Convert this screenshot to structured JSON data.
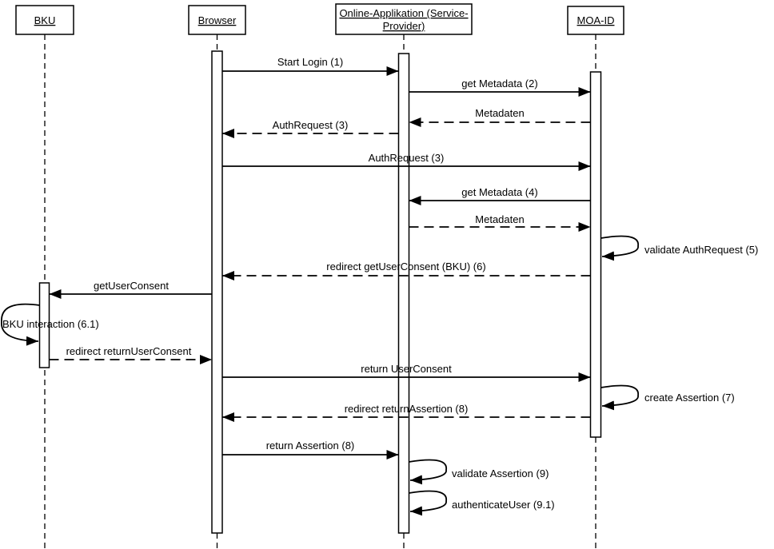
{
  "diagram": {
    "kind": "uml-sequence-diagram",
    "colors": {
      "line": "#000000",
      "background": "#ffffff",
      "box_fill": "#ffffff"
    }
  },
  "actors": [
    {
      "id": "bku",
      "label": "BKU"
    },
    {
      "id": "browser",
      "label": "Browser"
    },
    {
      "id": "online-applikation",
      "label_line1": "Online-Applikation (Service-",
      "label_line2": "Provider)"
    },
    {
      "id": "moa-id",
      "label": "MOA-ID"
    }
  ],
  "messages": [
    {
      "label": "Start Login (1)",
      "from": "Browser",
      "to": "Online-Applikation (Service-Provider)",
      "style": "solid"
    },
    {
      "label": "get Metadata (2)",
      "from": "Online-Applikation (Service-Provider)",
      "to": "MOA-ID",
      "style": "solid"
    },
    {
      "label": "Metadaten",
      "from": "MOA-ID",
      "to": "Online-Applikation (Service-Provider)",
      "style": "dashed"
    },
    {
      "label": "AuthRequest (3)",
      "from": "Online-Applikation (Service-Provider)",
      "to": "Browser",
      "style": "dashed"
    },
    {
      "label": "AuthRequest (3)",
      "from": "Browser",
      "to": "MOA-ID",
      "style": "solid"
    },
    {
      "label": "get Metadata (4)",
      "from": "MOA-ID",
      "to": "Online-Applikation (Service-Provider)",
      "style": "solid"
    },
    {
      "label": "Metadaten",
      "from": "Online-Applikation (Service-Provider)",
      "to": "MOA-ID",
      "style": "dashed"
    },
    {
      "label": "validate AuthRequest (5)",
      "type": "self",
      "on": "MOA-ID"
    },
    {
      "label": "redirect getUserConsent (BKU) (6)",
      "from": "MOA-ID",
      "to": "Browser",
      "style": "dashed"
    },
    {
      "label": "getUserConsent",
      "from": "Browser",
      "to": "BKU",
      "style": "solid"
    },
    {
      "label": "BKU interaction (6.1)",
      "type": "self",
      "on": "BKU"
    },
    {
      "label": "redirect returnUserConsent",
      "from": "BKU",
      "to": "Browser",
      "style": "dashed"
    },
    {
      "label": "return UserConsent",
      "from": "Browser",
      "to": "MOA-ID",
      "style": "solid"
    },
    {
      "label": "create Assertion (7)",
      "type": "self",
      "on": "MOA-ID"
    },
    {
      "label": "redirect returnAssertion (8)",
      "from": "MOA-ID",
      "to": "Browser",
      "style": "dashed"
    },
    {
      "label": "return Assertion (8)",
      "from": "Browser",
      "to": "Online-Applikation (Service-Provider)",
      "style": "solid"
    },
    {
      "label": "validate Assertion (9)",
      "type": "self",
      "on": "Online-Applikation (Service-Provider)"
    },
    {
      "label": "authenticateUser (9.1)",
      "type": "self",
      "on": "Online-Applikation (Service-Provider)"
    }
  ]
}
